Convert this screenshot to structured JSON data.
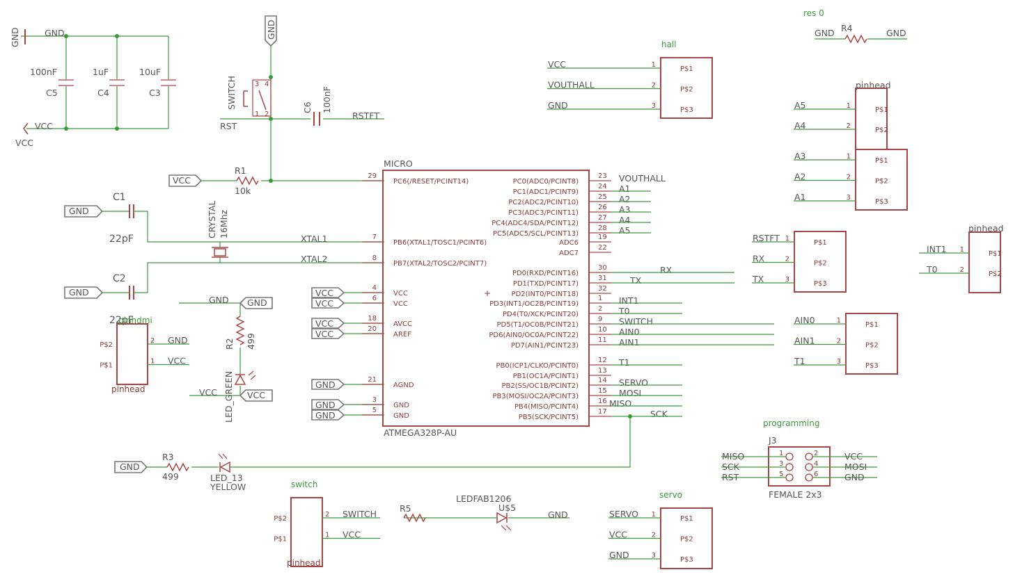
{
  "mcu": {
    "name": "MICRO",
    "value": "ATMEGA328P-AU",
    "left_pins": [
      {
        "num": "29",
        "name": "PC6(/RESET/PCINT14)"
      },
      {
        "num": "7",
        "name": "PB6(XTAL1/TOSC1/PCINT6)"
      },
      {
        "num": "8",
        "name": "PB7(XTAL2/TOSC2/PCINT7)"
      },
      {
        "num": "4",
        "name": "VCC"
      },
      {
        "num": "6",
        "name": "VCC"
      },
      {
        "num": "18",
        "name": "AVCC"
      },
      {
        "num": "20",
        "name": "AREF"
      },
      {
        "num": "21",
        "name": "AGND"
      },
      {
        "num": "3",
        "name": "GND"
      },
      {
        "num": "5",
        "name": "GND"
      }
    ],
    "right_pins": [
      {
        "num": "23",
        "name": "PC0(ADC0/PCINT8)",
        "net": "VOUTHALL"
      },
      {
        "num": "24",
        "name": "PC1(ADC1/PCINT9)",
        "net": "A1"
      },
      {
        "num": "25",
        "name": "PC2(ADC2/PCINT10)",
        "net": "A2"
      },
      {
        "num": "26",
        "name": "PC3(ADC3/PCINT11)",
        "net": "A3"
      },
      {
        "num": "27",
        "name": "PC4(ADC4/SDA/PCINT12)",
        "net": "A4"
      },
      {
        "num": "28",
        "name": "PC5(ADC5/SCL/PCINT13)",
        "net": "A5"
      },
      {
        "num": "19",
        "name": "ADC6",
        "net": ""
      },
      {
        "num": "22",
        "name": "ADC7",
        "net": ""
      },
      {
        "num": "30",
        "name": "PD0(RXD/PCINT16)",
        "net": "RX"
      },
      {
        "num": "31",
        "name": "PD1(TXD/PCINT17)",
        "net": "TX"
      },
      {
        "num": "32",
        "name": "PD2(INT0/PCINT18)",
        "net": ""
      },
      {
        "num": "1",
        "name": "PD3(INT1/OC2B/PCINT19)",
        "net": "INT1"
      },
      {
        "num": "2",
        "name": "PD4(T0/XCK/PCINT20)",
        "net": "T0"
      },
      {
        "num": "9",
        "name": "PD5(T1/OC0B/PCINT21)",
        "net": "SWITCH"
      },
      {
        "num": "10",
        "name": "PD6(AIN0/OC0A/PCINT22)",
        "net": "AIN0"
      },
      {
        "num": "11",
        "name": "PD7(AIN1/PCINT23)",
        "net": "AIN1"
      },
      {
        "num": "12",
        "name": "PB0(ICP1/CLKO/PCINT0)",
        "net": "T1"
      },
      {
        "num": "13",
        "name": "PB1(OC1A/PCINT1)",
        "net": ""
      },
      {
        "num": "14",
        "name": "PB2(SS/OC1B/PCINT2)",
        "net": "SERVO"
      },
      {
        "num": "15",
        "name": "PB3(MOSI/OC2A/PCINT3)",
        "net": "MOSI"
      },
      {
        "num": "16",
        "name": "PB4(MISO/PCINT4)",
        "net": "MISO"
      },
      {
        "num": "17",
        "name": "PB5(SCK/PCINT5)",
        "net": "SCK"
      }
    ]
  },
  "caps": {
    "c5_value": "100nF",
    "c5_name": "C5",
    "c4_value": "1uF",
    "c4_name": "C4",
    "c3_value": "10uF",
    "c3_name": "C3",
    "gnd": "GND",
    "vcc": "VCC"
  },
  "flags": {
    "gnd": "GND",
    "vcc": "VCC"
  },
  "reset": {
    "switch_label": "SWITCH",
    "rst": "RST",
    "c6_name": "C6",
    "c6_value": "100nF",
    "rstft": "RSTFT",
    "r1_name": "R1",
    "r1_value": "10k",
    "pin1": "1",
    "pin2": "2",
    "pin3": "3",
    "pin4": "4"
  },
  "crystal": {
    "c1_name": "C1",
    "c1_value": "22pF",
    "c2_name": "C2",
    "c2_value": "22pF",
    "label": "CRYSTAL",
    "freq": "16Mhz",
    "xtal1": "XTAL1",
    "xtal2": "XTAL2"
  },
  "power_led": {
    "r2_name": "R2",
    "r2_value": "499",
    "led_label": "LED_GREEN",
    "gnd": "GND",
    "vcc": "VCC"
  },
  "led13": {
    "r3_name": "R3",
    "r3_value": "499",
    "led_name": "LED_13",
    "led_color": "YELLOW"
  },
  "res0": {
    "title": "res 0",
    "r4_name": "R4",
    "gnd_left": "GND",
    "gnd_right": "GND"
  },
  "hall": {
    "title": "hall",
    "pins": [
      {
        "n": "1",
        "p": "P$1",
        "net": "VCC"
      },
      {
        "n": "2",
        "p": "P$2",
        "net": "VOUTHALL"
      },
      {
        "n": "3",
        "p": "P$3",
        "net": "GND"
      }
    ]
  },
  "pinhead_top": {
    "title": "pinhead",
    "pins": [
      {
        "n": "1",
        "p": "P$1",
        "net": "A5"
      },
      {
        "n": "2",
        "p": "P$2",
        "net": "A4"
      }
    ]
  },
  "analog": {
    "pins": [
      {
        "n": "1",
        "p": "P$1",
        "net": "A3"
      },
      {
        "n": "2",
        "p": "P$2",
        "net": "A2"
      },
      {
        "n": "3",
        "p": "P$3",
        "net": "A1"
      }
    ]
  },
  "serial": {
    "pins": [
      {
        "n": "1",
        "p": "P$1",
        "net": "RSTFT"
      },
      {
        "n": "2",
        "p": "P$2",
        "net": "RX"
      },
      {
        "n": "3",
        "p": "P$3",
        "net": "TX"
      }
    ]
  },
  "pinhead_int": {
    "title": "pinhead",
    "pins": [
      {
        "n": "1",
        "p": "P$1",
        "net": "INT1"
      },
      {
        "n": "2",
        "p": "P$2",
        "net": "T0"
      }
    ]
  },
  "ain": {
    "pins": [
      {
        "n": "1",
        "p": "P$1",
        "net": "AIN0"
      },
      {
        "n": "2",
        "p": "P$2",
        "net": "AIN1"
      },
      {
        "n": "3",
        "p": "P$3",
        "net": "T1"
      }
    ]
  },
  "pinhdmi": {
    "title": "pinhdmi",
    "bottom": "pinhead",
    "pins": [
      {
        "n": "2",
        "p": "P$2",
        "net": "GND"
      },
      {
        "n": "1",
        "p": "P$1",
        "net": "VCC"
      }
    ]
  },
  "programming": {
    "title": "programming",
    "ref": "J3",
    "value": "FEMALE 2x3",
    "left": [
      {
        "net": "MISO",
        "n": "1"
      },
      {
        "net": "SCK",
        "n": "3"
      },
      {
        "net": "RST",
        "n": "5"
      }
    ],
    "right": [
      {
        "net": "VCC",
        "n": "2"
      },
      {
        "net": "MOSI",
        "n": "4"
      },
      {
        "net": "GND",
        "n": "6"
      }
    ]
  },
  "switch_hdr": {
    "title": "switch",
    "bottom": "pinhead",
    "pins": [
      {
        "n": "2",
        "p": "P$2",
        "net": "SWITCH"
      },
      {
        "n": "1",
        "p": "P$1",
        "net": "VCC"
      }
    ]
  },
  "switch_led": {
    "r5_name": "R5",
    "led_part": "LEDFAB1206",
    "led_name": "U$5",
    "gnd": "GND"
  },
  "servo": {
    "title": "servo",
    "pins": [
      {
        "n": "1",
        "p": "P$1",
        "net": "SERVO"
      },
      {
        "n": "2",
        "p": "P$2",
        "net": "VCC"
      },
      {
        "n": "3",
        "p": "P$3",
        "net": "GND"
      }
    ]
  }
}
